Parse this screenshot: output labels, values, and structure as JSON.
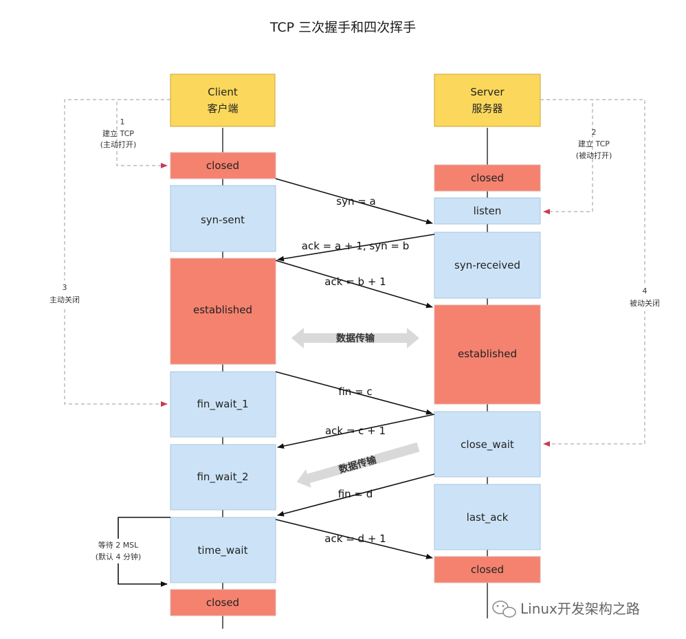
{
  "title": "TCP 三次握手和四次挥手",
  "colors": {
    "header": "#fbd75b",
    "red_state": "#f4826f",
    "blue_state": "#cce3f7",
    "dashed": "#999999",
    "arrowhead_red": "#c43c57",
    "data_band": "#d9d9d9"
  },
  "client": {
    "name": "Client",
    "name_cn": "客户端",
    "states": {
      "closed_1": "closed",
      "syn_sent": "syn-sent",
      "established": "established",
      "fin_wait_1": "fin_wait_1",
      "fin_wait_2": "fin_wait_2",
      "time_wait": "time_wait",
      "closed_2": "closed"
    }
  },
  "server": {
    "name": "Server",
    "name_cn": "服务器",
    "states": {
      "closed_1": "closed",
      "listen": "listen",
      "syn_received": "syn-received",
      "established": "established",
      "close_wait": "close_wait",
      "last_ack": "last_ack",
      "closed_2": "closed"
    }
  },
  "messages": {
    "syn": "syn = a",
    "syn_ack": "ack = a + 1, syn = b",
    "ack": "ack = b + 1",
    "fin_c": "fin = c",
    "ack_c": "ack = c + 1",
    "fin_d": "fin = d",
    "ack_d": "ack = d + 1"
  },
  "annotations": {
    "a1_num": "1",
    "a1_line1": "建立 TCP",
    "a1_line2": "(主动打开)",
    "a2_num": "2",
    "a2_line1": "建立 TCP",
    "a2_line2": "(被动打开)",
    "a3_num": "3",
    "a3_line1": "主动关闭",
    "a4_num": "4",
    "a4_line1": "被动关闭",
    "wait_line1": "等待 2 MSL",
    "wait_line2": "(默认 4 分钟)"
  },
  "data_transfer_1": "数据传输",
  "data_transfer_2": "数据传输",
  "watermark": "Linux开发架构之路",
  "watermark_icon": "wechat-icon"
}
